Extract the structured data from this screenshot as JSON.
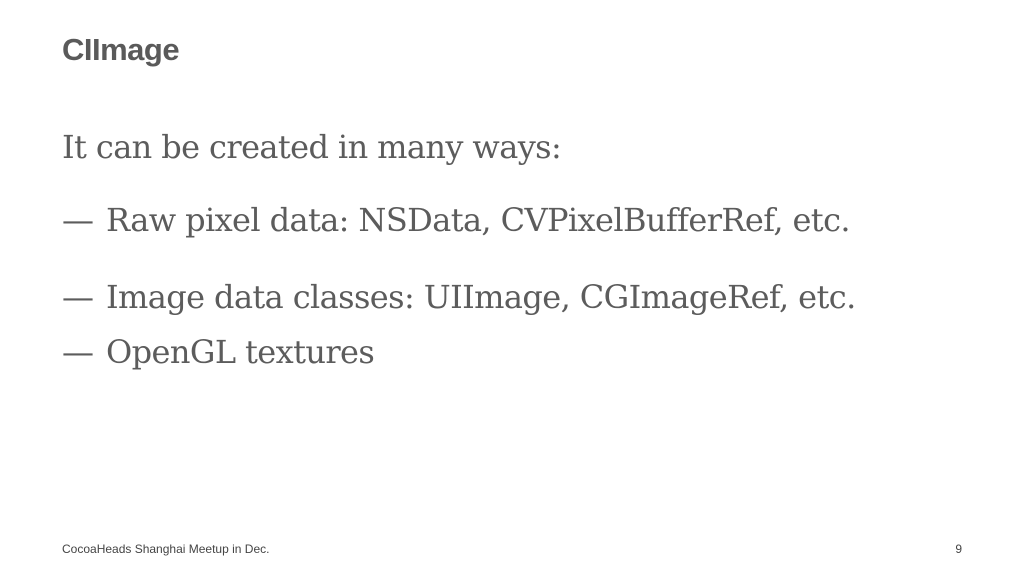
{
  "slide": {
    "title": "CIImage",
    "intro": "It can be created in many ways:",
    "bullets": [
      {
        "marker": "—",
        "text": "Raw pixel data: NSData, CVPixelBufferRef, etc."
      },
      {
        "marker": "—",
        "text": "Image data classes: UIImage, CGImageRef, etc."
      },
      {
        "marker": "—",
        "text": "OpenGL textures"
      }
    ],
    "footer": "CocoaHeads Shanghai Meetup in Dec.",
    "page_number": "9"
  }
}
